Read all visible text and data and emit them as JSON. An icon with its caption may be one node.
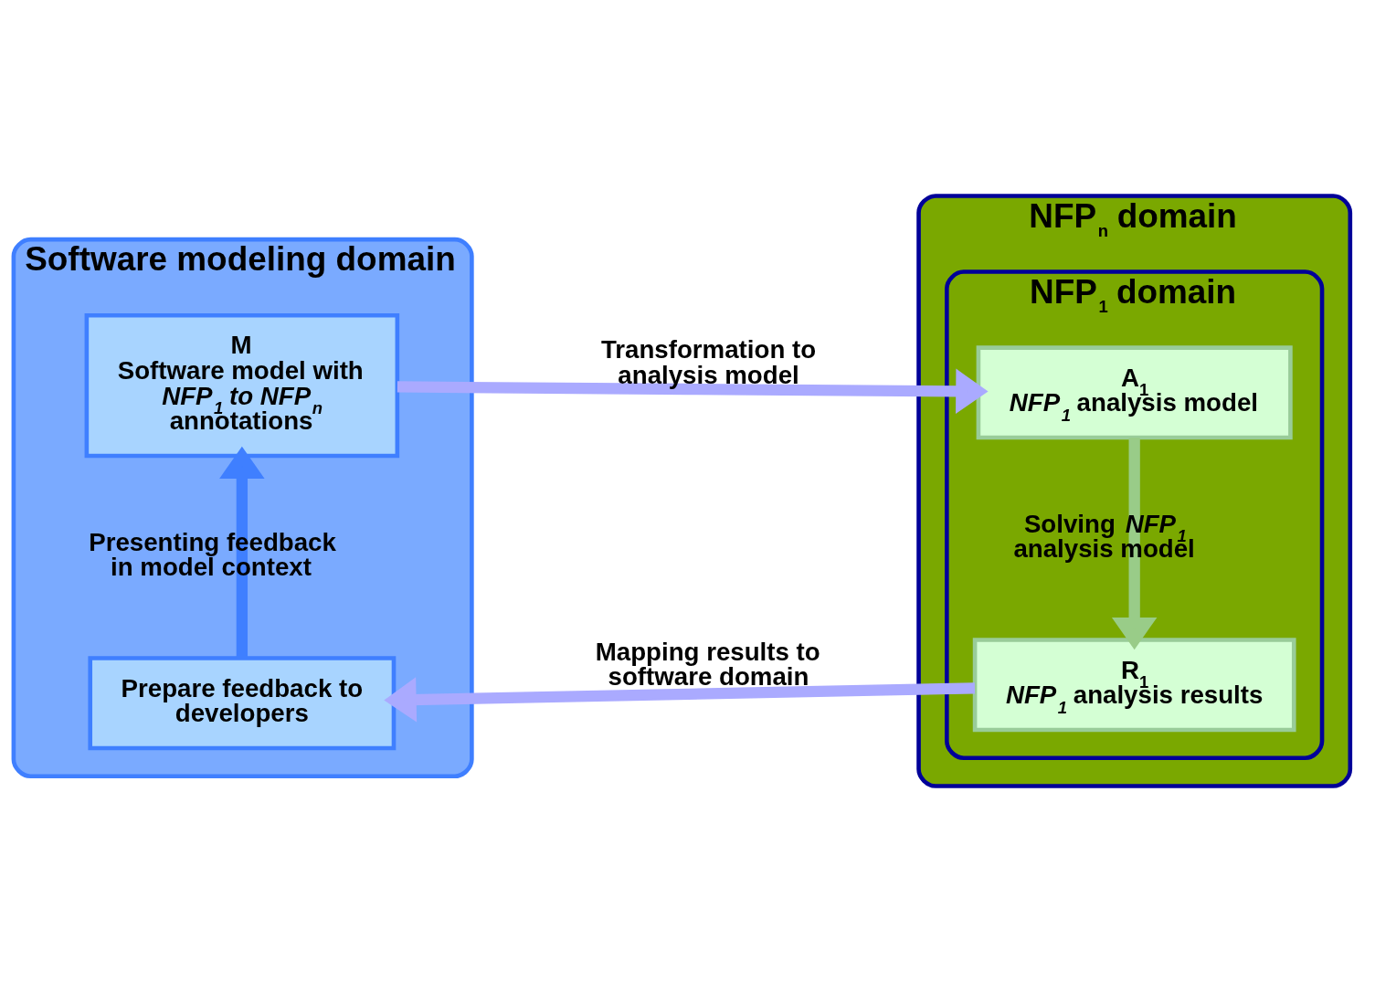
{
  "diagram": {
    "nodes": [
      {
        "text": [
          "Software modeling domain"
        ]
      },
      {
        "text": [
          "M",
          "Software model with *NFP$_{1}$ to NFP$_{n}$* annotations"
        ],
        "in": 0
      },
      {
        "text": [
          "Prepare feedback to developers"
        ],
        "in": 0
      },
      {
        "text": [
          "NFP$_{n}$ domain"
        ]
      },
      {
        "text": [
          "NFP$_{1}$ domain"
        ],
        "in": 3
      },
      {
        "text": [
          "A$_{1}$",
          "*NFP$_{1}$* analysis model"
        ],
        "in": 4
      },
      {
        "text": [
          "R$_{1}$",
          "*NFP$_{1}$* analysis results"
        ],
        "in": 4
      }
    ],
    "edges": [
      {
        "from": 1,
        "to": 5,
        "arrow": "to",
        "label": "Transformation to analysis model"
      },
      {
        "from": 5,
        "to": 6,
        "arrow": "to",
        "label": "Solving *NFP$_{1}$* analysis model",
        "color": "#99cc88"
      },
      {
        "from": 6,
        "to": 2,
        "arrow": "to",
        "label": "Mapping results to software domain"
      },
      {
        "from": 2,
        "to": 1,
        "arrow": "to",
        "label": "Presenting feedback in model context",
        "color": "#3f7fff"
      }
    ]
  }
}
